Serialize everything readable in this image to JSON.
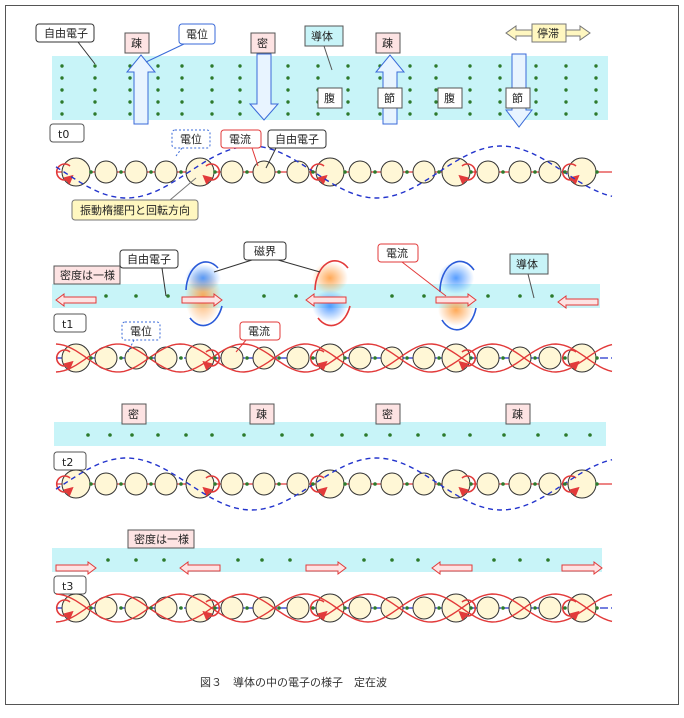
{
  "labels": {
    "free_electron": "自由電子",
    "sparse": "疎",
    "dense": "密",
    "potential": "電位",
    "conductor": "導体",
    "belly": "腹",
    "node": "節",
    "stagnation": "停滞",
    "t0": "t0",
    "t1": "t1",
    "t2": "t2",
    "t3": "t3",
    "current": "電流",
    "ellipse_rotation": "振動楕擺円と回転方向",
    "magnetic_field": "磁界",
    "density_uniform": "密度は一様"
  },
  "caption": "図３　導体の中の電子の様子　定在波",
  "colors": {
    "band": "#c8f4f8",
    "pink_box": "#fde3e3",
    "cyan_box": "#c8f4f8",
    "yellow_box": "#fff7c0",
    "electron": "#2c7a2c",
    "current_line": "#e23a3a",
    "potential_line": "#2233cc",
    "circle_fill": "#fff7d6"
  }
}
